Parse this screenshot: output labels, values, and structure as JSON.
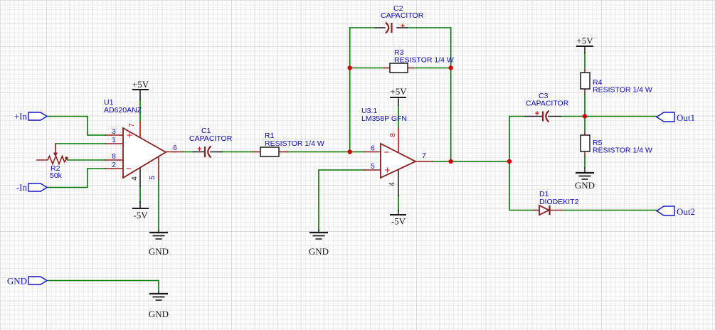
{
  "ports": {
    "in_pos": {
      "label": "+In"
    },
    "in_neg": {
      "label": "-In"
    },
    "gnd": {
      "label": "GND"
    },
    "out1": {
      "label": "Out1"
    },
    "out2": {
      "label": "Out2"
    }
  },
  "power": {
    "vcc": "+5V",
    "vee": "-5V",
    "gnd": "GND"
  },
  "components": {
    "u1": {
      "ref": "U1",
      "part": "AD620ANZ",
      "pin3": "3",
      "pin1": "1",
      "pin8": "8",
      "pin2": "2",
      "pin7": "7",
      "pin4": "4",
      "pin5": "5",
      "pin6": "6",
      "noninv": "+",
      "inv": "−"
    },
    "u3": {
      "ref": "U3.1",
      "part": "LM358P GFN",
      "pin6": "6",
      "pin5": "5",
      "pin7": "7",
      "pin8": "8",
      "pin4": "4",
      "noninv": "+",
      "inv": "−"
    },
    "r1": {
      "ref": "R1",
      "value": "RESISTOR 1/4 W"
    },
    "r2": {
      "ref": "R2",
      "value": "50k"
    },
    "r3": {
      "ref": "R3",
      "value": "RESISTOR 1/4 W"
    },
    "r4": {
      "ref": "R4",
      "value": "RESISTOR 1/4 W"
    },
    "r5": {
      "ref": "R5",
      "value": "RESISTOR 1/4 W"
    },
    "c1": {
      "ref": "C1",
      "value": "CAPACITOR",
      "polarity": "+"
    },
    "c2": {
      "ref": "C2",
      "value": "CAPACITOR",
      "polarity": "+"
    },
    "c3": {
      "ref": "C3",
      "value": "CAPACITOR",
      "polarity": "+"
    },
    "d1": {
      "ref": "D1",
      "value": "DIODEKIT2"
    }
  },
  "colors": {
    "wire": "#007a00",
    "component": "#8b1f1f",
    "junction": "#cf0000",
    "label": "#0b0bbf",
    "port": "#1414cc",
    "symbol": "#1a1a1a"
  }
}
